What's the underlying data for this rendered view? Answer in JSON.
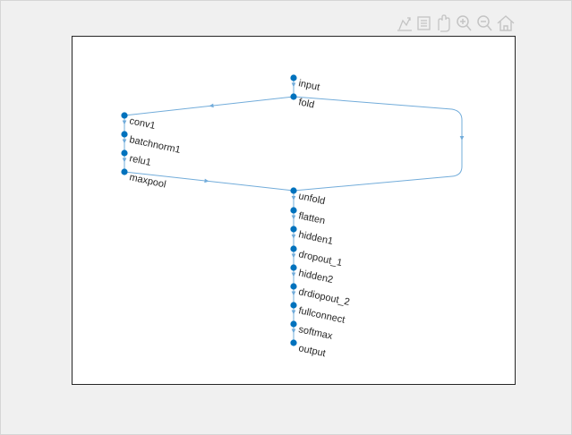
{
  "toolbar": {
    "icons": [
      "export-icon",
      "data-tips-icon",
      "pan-icon",
      "zoom-in-icon",
      "zoom-out-icon",
      "home-icon"
    ]
  },
  "graph": {
    "edge_color": "#72acda",
    "node_color": "#0072bd",
    "nodes": [
      {
        "id": "input",
        "label": "input"
      },
      {
        "id": "fold",
        "label": "fold"
      },
      {
        "id": "conv1",
        "label": "conv1"
      },
      {
        "id": "batchnorm1",
        "label": "batchnorm1"
      },
      {
        "id": "relu1",
        "label": "relu1"
      },
      {
        "id": "maxpool",
        "label": "maxpool"
      },
      {
        "id": "unfold",
        "label": "unfold"
      },
      {
        "id": "flatten",
        "label": "flatten"
      },
      {
        "id": "hidden1",
        "label": "hidden1"
      },
      {
        "id": "dropout_1",
        "label": "dropout_1"
      },
      {
        "id": "hidden2",
        "label": "hidden2"
      },
      {
        "id": "drdiopout_2",
        "label": "drdiopout_2"
      },
      {
        "id": "fullconnect",
        "label": "fullconnect"
      },
      {
        "id": "softmax",
        "label": "softmax"
      },
      {
        "id": "output",
        "label": "output"
      }
    ],
    "edges": [
      [
        "input",
        "fold"
      ],
      [
        "fold",
        "conv1"
      ],
      [
        "fold",
        "unfold"
      ],
      [
        "conv1",
        "batchnorm1"
      ],
      [
        "batchnorm1",
        "relu1"
      ],
      [
        "relu1",
        "maxpool"
      ],
      [
        "maxpool",
        "unfold"
      ],
      [
        "unfold",
        "flatten"
      ],
      [
        "flatten",
        "hidden1"
      ],
      [
        "hidden1",
        "dropout_1"
      ],
      [
        "dropout_1",
        "hidden2"
      ],
      [
        "hidden2",
        "drdiopout_2"
      ],
      [
        "drdiopout_2",
        "fullconnect"
      ],
      [
        "fullconnect",
        "softmax"
      ],
      [
        "softmax",
        "output"
      ]
    ]
  }
}
